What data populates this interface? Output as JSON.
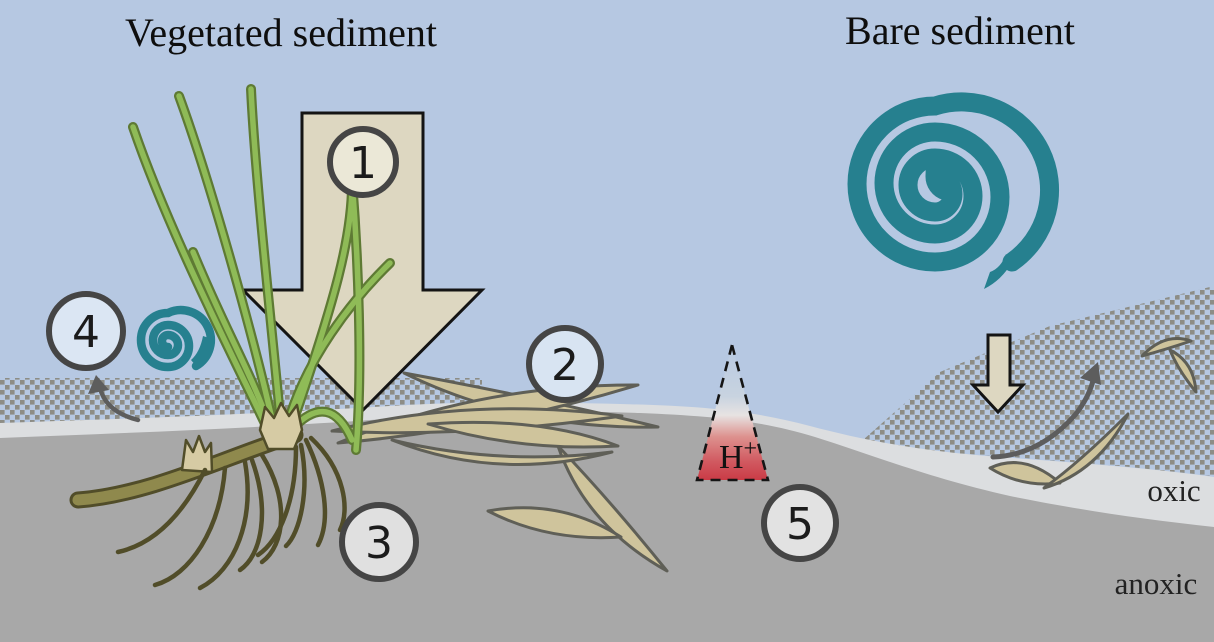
{
  "diagram": {
    "titles": {
      "left": "Vegetated sediment",
      "right": "Bare sediment"
    },
    "markers": [
      {
        "label": "1",
        "fill": "#ebe8d7"
      },
      {
        "label": "2",
        "fill": "#d8e4f2"
      },
      {
        "label": "3",
        "fill": "#e0e0e0"
      },
      {
        "label": "4",
        "fill": "#dbe6f3"
      },
      {
        "label": "5",
        "fill": "#e2e2e2"
      }
    ],
    "acidity": {
      "base": "H",
      "sup": "+"
    },
    "zones": {
      "oxic": "oxic",
      "anoxic": "anoxic"
    },
    "colors": {
      "water": "#b6c8e2",
      "oxic": "#dcdee0",
      "anoxic": "#a8a8a8",
      "stipple-dot": "#8d8d86",
      "arrow-beige": "#ddd7c1",
      "ink": "#141414",
      "blade-green": "#8fbb57",
      "blade-edge": "#5e7a34",
      "leaf-tan": "#cfc49c",
      "leaf-edge": "#5f5f57",
      "rhizome": "#8f894d",
      "rhizome-edge": "#514d29",
      "root": "#514d29",
      "sheath": "#d6cba4",
      "teal": "#26808f",
      "arrow-gray": "#5d5d5d",
      "circle-edge": "#454545",
      "red": "#ca3b46",
      "text": "#0e0e0e"
    }
  }
}
